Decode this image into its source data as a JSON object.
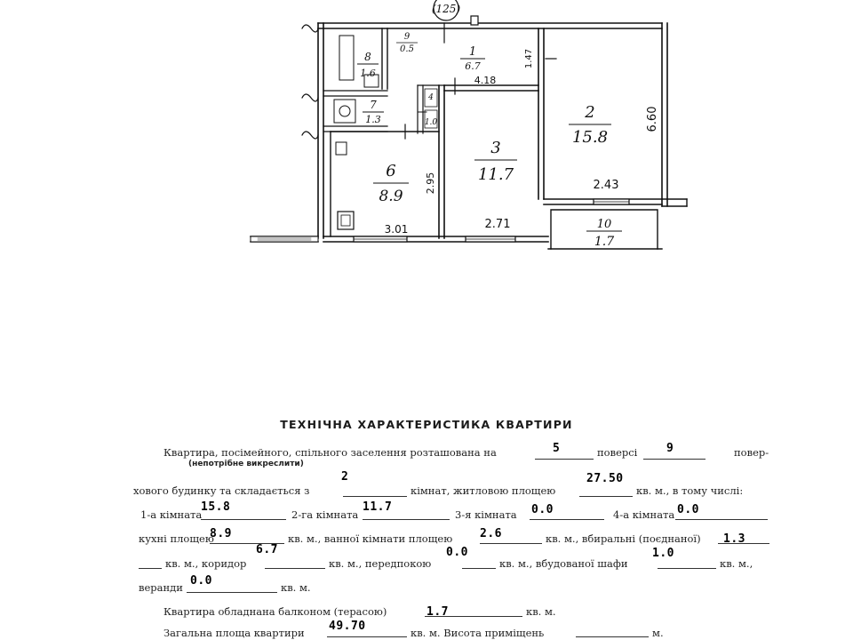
{
  "plan": {
    "stair_mark": "(125)",
    "rooms": [
      {
        "id": "1",
        "num": "1",
        "area": "6.7"
      },
      {
        "id": "2",
        "num": "2",
        "area": "15.8"
      },
      {
        "id": "3",
        "num": "3",
        "area": "11.7"
      },
      {
        "id": "6",
        "num": "6",
        "area": "8.9"
      },
      {
        "id": "7",
        "num": "7",
        "area": "1.3"
      },
      {
        "id": "8",
        "num": "8",
        "area": "1.6"
      },
      {
        "id": "9",
        "num": "9",
        "area": "0.5"
      },
      {
        "id": "4",
        "num": "4",
        "area": "1.0"
      },
      {
        "id": "10",
        "num": "10",
        "area": "1.7"
      }
    ],
    "dimensions": {
      "corridor_width": "4.18",
      "room2_depth": "6.60",
      "room2_width": "2.43",
      "room3_width": "2.71",
      "kitchen_depth": "2.95",
      "kitchen_width": "3.01",
      "wall_mark": "1.47"
    }
  },
  "document": {
    "title": "ТЕХНІЧНА ХАРАКТЕРИСТИКА КВАРТИРИ",
    "line1": {
      "prefix": "Квартира, посімейного, спільного заселення розташована на",
      "floor_label": "поверсі",
      "floor_value": "5",
      "storeys_value": "9",
      "suffix": "повер-",
      "note": "(непотрібне викреслити)"
    },
    "line2": {
      "prefix": "хового будинку та складається з",
      "rooms_count": "2",
      "mid": "кімнат, житловою площею",
      "living_area": "27.50",
      "suffix": "кв. м., в тому числі:"
    },
    "line3": {
      "room1_label": "1-а кімната",
      "room1_value": "15.8",
      "room2_label": "2-га кімната",
      "room2_value": "11.7",
      "room3_label": "3-я кімната",
      "room3_value": "0.0",
      "room4_label": "4-а кімната",
      "room4_value": "0.0"
    },
    "line4": {
      "kitchen_label": "кухні площею",
      "kitchen_value": "8.9",
      "bath_label": "кв. м., ванної кімнати площею",
      "bath_value": "2.6",
      "toilet_label": "кв. м., вбиральні (поєднаної)",
      "toilet_value": "1.3"
    },
    "line5": {
      "p1": "кв. м., коридор",
      "corridor_value": "6.7",
      "p2": "кв. м., передпокою",
      "hall_value": "0.0",
      "p3": "кв. м., вбудованої шафи",
      "closet_value": "1.0",
      "p4": "кв. м.,"
    },
    "line6": {
      "label": "веранди",
      "veranda_value": "0.0",
      "suffix": "кв. м."
    },
    "line7": {
      "label": "Квартира обладнана балконом (терасою)",
      "balcony_value": "1.7",
      "suffix": "кв. м."
    },
    "line8": {
      "label": "Загальна площа квартири",
      "total_value": "49.70",
      "mid": "кв. м. Висота приміщень",
      "height_value": "",
      "suffix": "м."
    }
  }
}
